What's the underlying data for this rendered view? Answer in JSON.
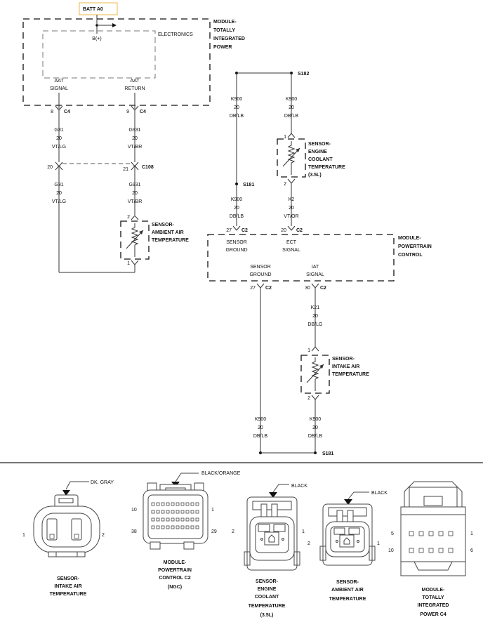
{
  "power": {
    "batt": "BATT A0",
    "bplus": "B(+)"
  },
  "tip_module": {
    "title": [
      "MODULE-",
      "TOTALLY",
      "INTEGRATED",
      "POWER"
    ],
    "electronics": "ELECTRONICS",
    "aat_signal": [
      "AAT",
      "SIGNAL"
    ],
    "aat_return": [
      "AAT",
      "RETURN"
    ]
  },
  "c4": {
    "left": {
      "pin": "8",
      "conn": "C4"
    },
    "right": {
      "pin": "9",
      "conn": "C4"
    }
  },
  "wires": {
    "g31_a": [
      "G31",
      "20",
      "VT/LG"
    ],
    "g931_a": [
      "G931",
      "20",
      "VT/BR"
    ],
    "g31_b": [
      "G31",
      "20",
      "VT/LG"
    ],
    "g931_b": [
      "G931",
      "20",
      "VT/BR"
    ],
    "k900_top_left": [
      "K900",
      "20",
      "DB/LB"
    ],
    "k900_top_right": [
      "K900",
      "20",
      "DB/LB"
    ],
    "k900_mid": [
      "K900",
      "20",
      "DB/LB"
    ],
    "k2": [
      "K2",
      "20",
      "VT/OR"
    ],
    "k21": [
      "K21",
      "20",
      "DB/LG"
    ],
    "k900_bot_left": [
      "K900",
      "20",
      "DB/LB"
    ],
    "k900_bot_right": [
      "K900",
      "20",
      "DB/LB"
    ]
  },
  "c108": {
    "left_pin": "20",
    "right_pin": "21",
    "conn": "C108"
  },
  "splices": {
    "s182": "S182",
    "s181_mid": "S181",
    "s181_bot": "S181"
  },
  "sensor_aat": {
    "title": [
      "SENSOR-",
      "AMBIENT AIR",
      "TEMPERATURE"
    ],
    "top_pin": "2",
    "bot_pin": "1"
  },
  "sensor_ect": {
    "title": [
      "SENSOR-",
      "ENGINE",
      "COOLANT",
      "TEMPERATURE",
      "(3.5L)"
    ],
    "top_pin": "1",
    "bot_pin": "2"
  },
  "pcm": {
    "title": [
      "MODULE-",
      "POWERTRAIN",
      "CONTROL"
    ],
    "top_left": {
      "pin": "27",
      "conn": "C2",
      "label": [
        "SENSOR",
        "GROUND"
      ]
    },
    "top_right": {
      "pin": "20",
      "conn": "C2",
      "label": [
        "ECT",
        "SIGNAL"
      ]
    },
    "bot_left": {
      "pin": "27",
      "conn": "C2",
      "label": [
        "SENSOR",
        "GROUND"
      ]
    },
    "bot_right": {
      "pin": "30",
      "conn": "C2",
      "label": [
        "IAT",
        "SIGNAL"
      ]
    }
  },
  "sensor_iat": {
    "title": [
      "SENSOR-",
      "INTAKE AIR",
      "TEMPERATURE"
    ],
    "top_pin": "1",
    "bot_pin": "2"
  },
  "connector_views": [
    {
      "color": "DK. GRAY",
      "left_pin": "1",
      "right_pin": "2",
      "caption": [
        "SENSOR-",
        "INTAKE AIR",
        "TEMPERATURE"
      ]
    },
    {
      "color": "BLACK/ORANGE",
      "pins": {
        "top_left": "10",
        "top_right": "1",
        "bot_left": "38",
        "bot_right": "29"
      },
      "caption": [
        "MODULE-",
        "POWERTRAIN",
        "CONTROL C2",
        "(NGC)"
      ]
    },
    {
      "color": "BLACK",
      "left_pin": "2",
      "right_pin": "1",
      "caption": [
        "SENSOR-",
        "ENGINE",
        "COOLANT",
        "TEMPERATURE",
        "(3.5L)"
      ]
    },
    {
      "color": "BLACK",
      "left_pin": "2",
      "right_pin": "1",
      "caption": [
        "SENSOR-",
        "AMBIENT AIR",
        "TEMPERATURE"
      ]
    },
    {
      "pins": {
        "top_left": "5",
        "bot_left": "10",
        "top_right": "1",
        "bot_right": "6"
      },
      "caption": [
        "MODULE-",
        "TOTALLY",
        "INTEGRATED",
        "POWER C4"
      ]
    }
  ]
}
